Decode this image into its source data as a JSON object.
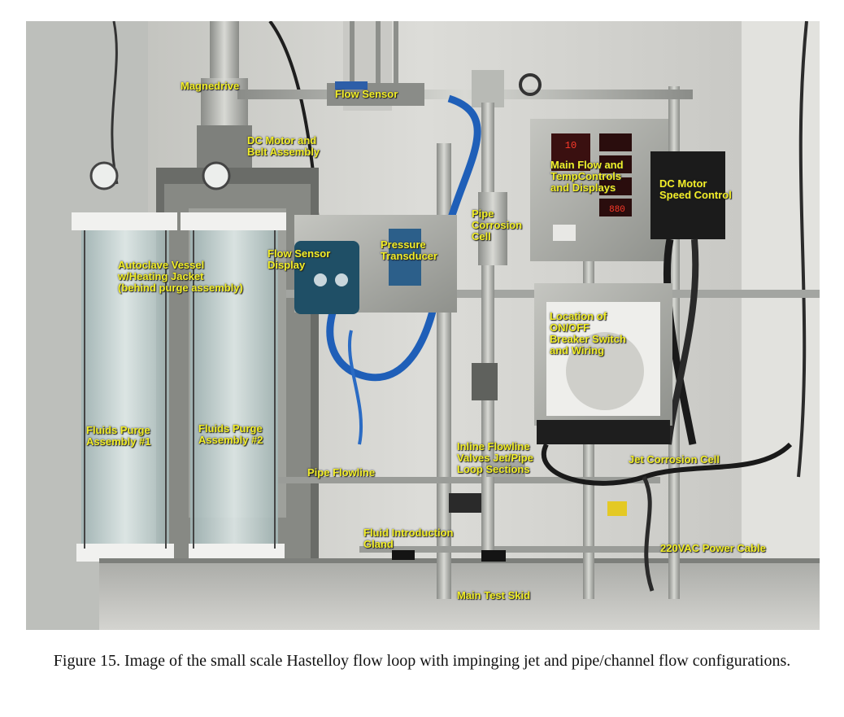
{
  "labels": {
    "magnedrive": "Magnedrive",
    "flow_sensor": "Flow Sensor",
    "dc_motor_belt": "DC Motor and\nBelt Assembly",
    "main_flow": "Main Flow and\nTempControls\nand Displays",
    "dc_motor_speed": "DC Motor\nSpeed Control",
    "pipe_corrosion": "Pipe\nCorrosion\nCell",
    "flow_sensor_display": "Flow Sensor\nDisplay",
    "pressure_transducer": "Pressure\nTransducer",
    "autoclave": "Autoclave Vessel\nw/Heating Jacket\n(behind purge assembly)",
    "location_breaker": "Location of\nON/OFF\nBreaker Switch\nand Wiring",
    "purge1": "Fluids Purge\nAssembly #1",
    "purge2": "Fluids Purge\nAssembly #2",
    "inline_valves": "Inline Flowline\nValves Jet/Pipe\nLoop Sections",
    "pipe_flowline": "Pipe Flowline",
    "jet_corrosion": "Jet Corrosion Cell",
    "fluid_intro": "Fluid Introduction\nGland",
    "power_cable": "220VAC Power Cable",
    "main_skid": "Main Test Skid"
  },
  "displays": {
    "d1": "10",
    "d2": "880"
  },
  "caption": "Figure 15. Image of the small scale Hastelloy flow loop with impinging jet and pipe/channel flow configurations."
}
